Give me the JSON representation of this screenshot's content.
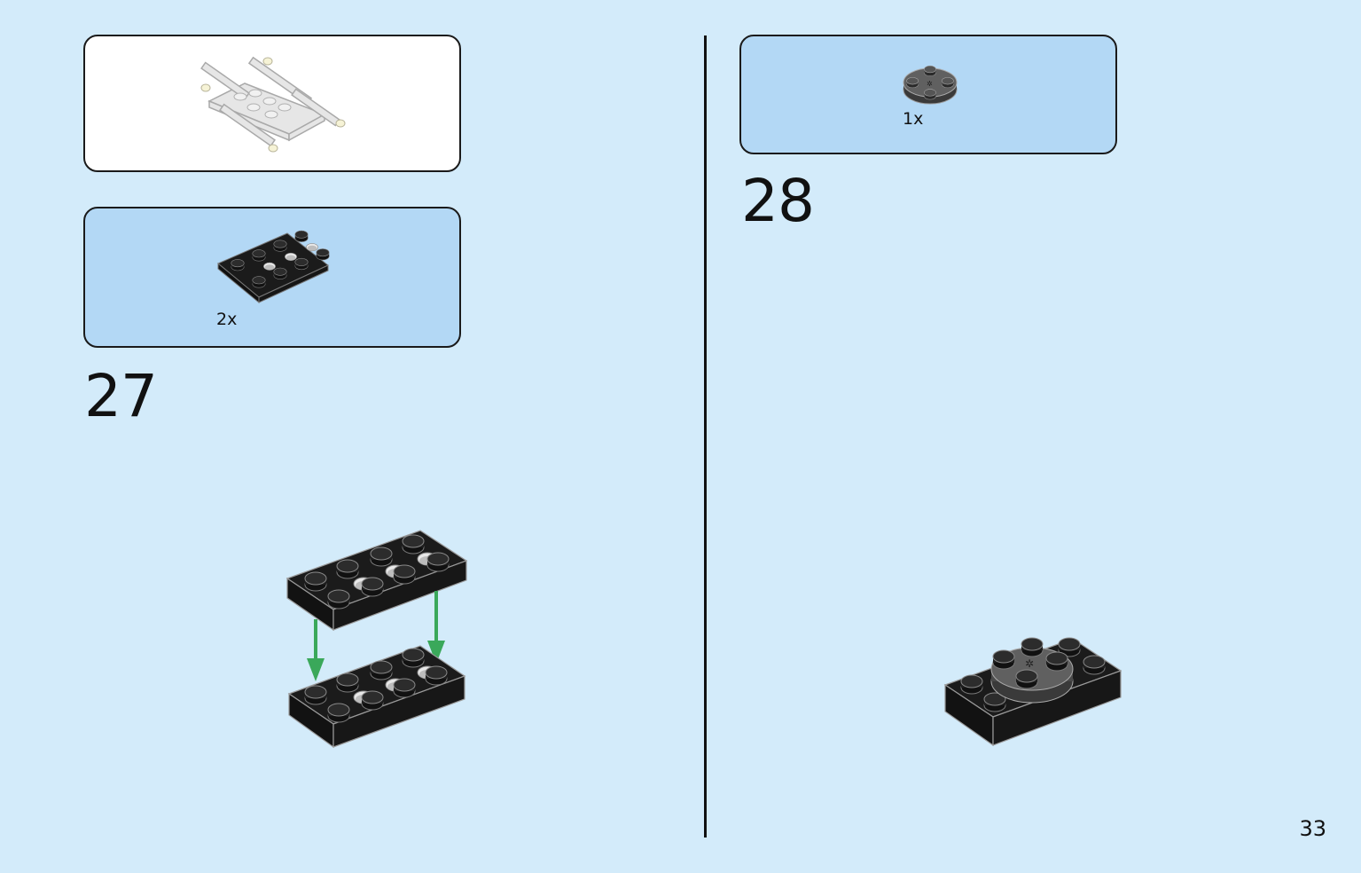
{
  "page": {
    "page_number": "33"
  },
  "left": {
    "step_number": "27",
    "parts_list": {
      "items": [
        {
          "quantity": "2x",
          "part_icon": "black-technic-plate-2x4-icon"
        }
      ]
    }
  },
  "right": {
    "step_number": "28",
    "parts_list": {
      "items": [
        {
          "quantity": "1x",
          "part_icon": "dark-gray-round-plate-2x2-icon"
        }
      ]
    }
  },
  "colors": {
    "background": "#d3ebfa",
    "parts_box": "#b3d8f5",
    "arrow": "#3aa85a",
    "brick_black": "#1b1b1b",
    "brick_gray": "#5a5a5a"
  }
}
